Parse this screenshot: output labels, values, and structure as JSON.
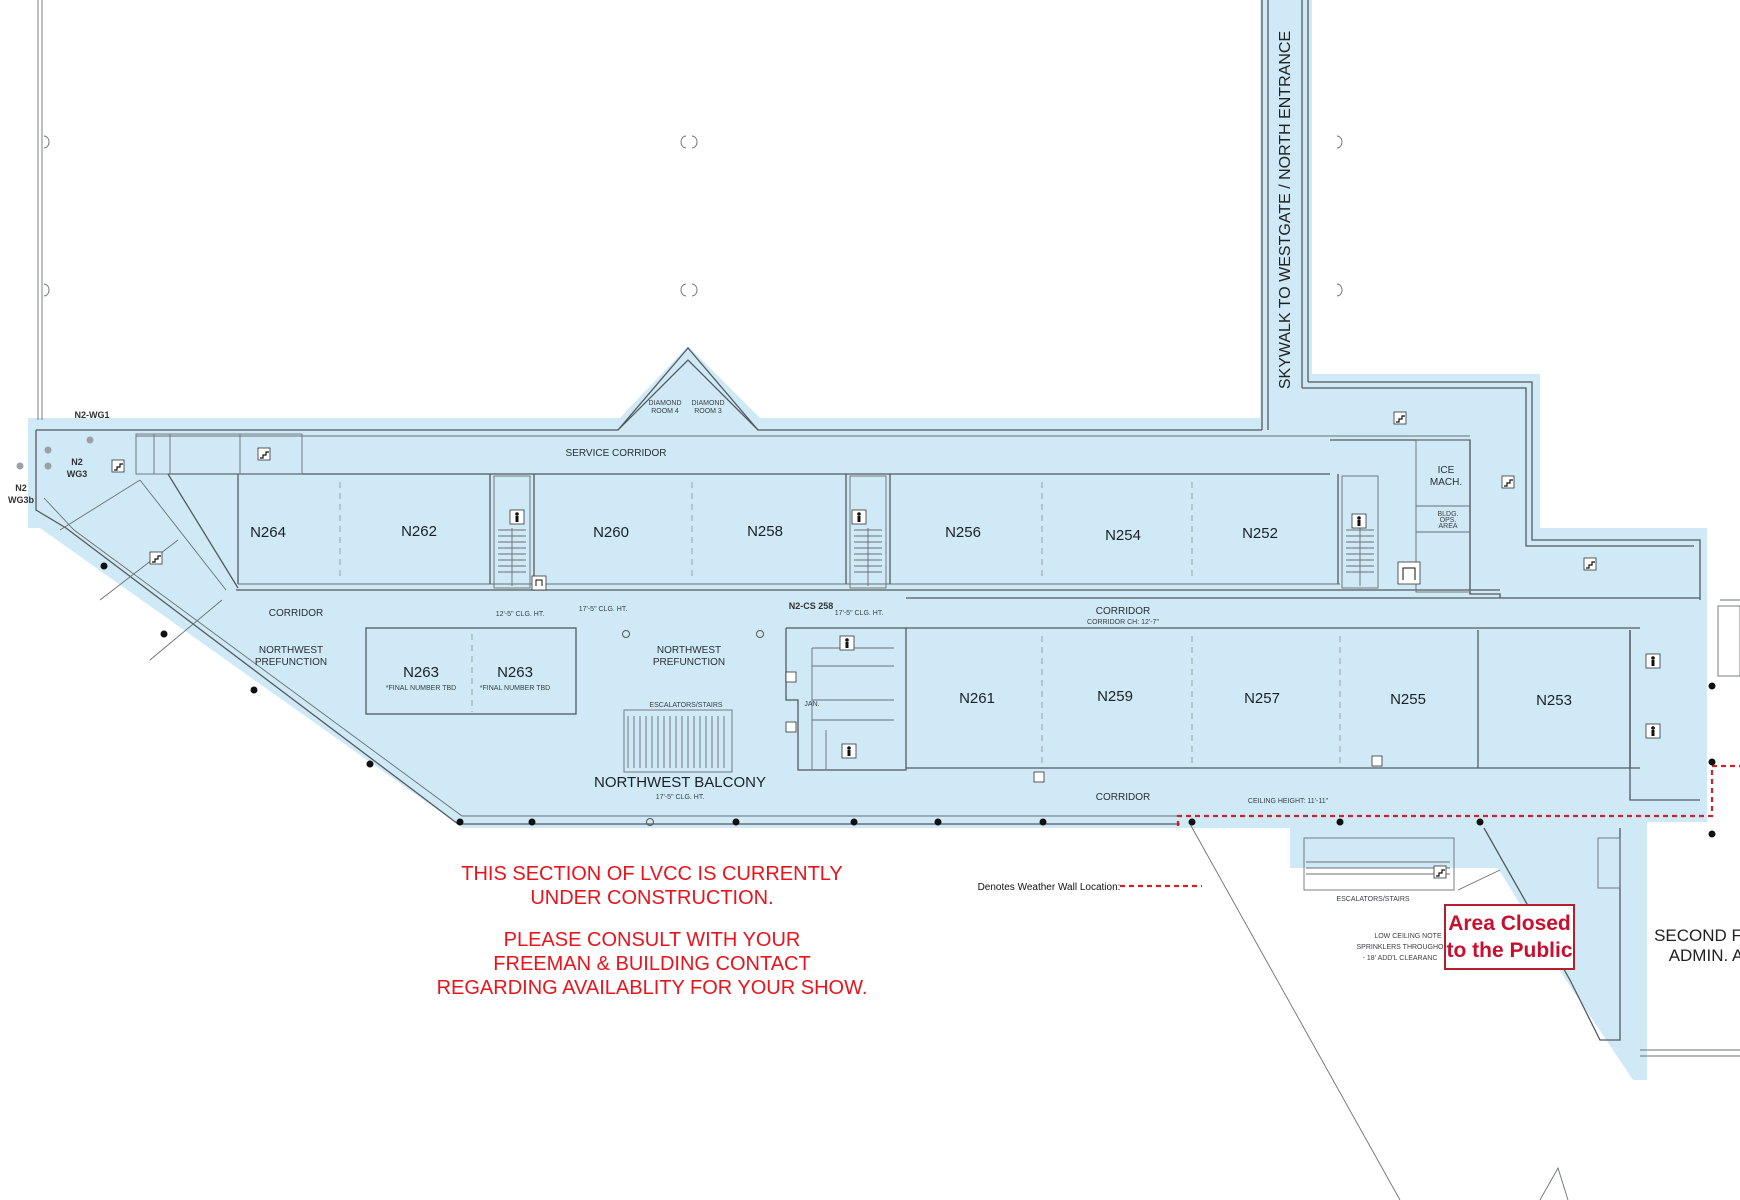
{
  "map": {
    "skywalk_label": "SKYWALK TO WESTGATE / NORTH ENTRANCE",
    "markers": {
      "n2_wg1": "N2-WG1",
      "n2_wg3_a": "N2",
      "n2_wg3_b": "WG3",
      "n2_wg3b_a": "N2",
      "n2_wg3b_b": "WG3b",
      "n2_cs_258": "N2-CS 258"
    },
    "diamond_rooms": [
      {
        "line1": "DIAMOND",
        "line2": "ROOM 4"
      },
      {
        "line1": "DIAMOND",
        "line2": "ROOM 3"
      }
    ],
    "service_corridor": "SERVICE CORRIDOR",
    "north_rooms": [
      "N264",
      "N262",
      "N260",
      "N258",
      "N256",
      "N254",
      "N252"
    ],
    "south_rooms": [
      "N261",
      "N259",
      "N257",
      "N255",
      "N253"
    ],
    "n263": {
      "label": "N263",
      "note": "*FINAL NUMBER TBD"
    },
    "ice_machine": {
      "line1": "ICE",
      "line2": "MACH."
    },
    "corridor": "CORRIDOR",
    "corridor_center": {
      "line1": "CORRIDOR",
      "line2": "CORRIDOR CH: 12'-7\""
    },
    "prefunction": {
      "line1": "NORTHWEST",
      "line2": "PREFUNCTION"
    },
    "ceiling_heights": {
      "a": "12'-5\" CLG. HT.",
      "b": "17'-5\" CLG. HT.",
      "c": "17'-5\" CLG. HT."
    },
    "escalators": "ESCALATORS/STAIRS",
    "balcony": {
      "name": "NORTHWEST BALCONY",
      "height": "17'-5\" CLG. HT."
    },
    "jan": "JAN.",
    "bldg_ops": {
      "line1": "BLDG.",
      "line2": "OPS.",
      "line3": "AREA"
    },
    "ceiling_height_note": "CEILING HEIGHT: 11'-11\"",
    "weather_wall_legend": "Denotes Weather Wall Location:",
    "construction_notice": {
      "line1": "THIS SECTION OF LVCC IS CURRENTLY",
      "line2": "UNDER CONSTRUCTION.",
      "line3": "PLEASE CONSULT WITH YOUR",
      "line4": "FREEMAN & BUILDING CONTACT",
      "line5": "REGARDING AVAILABLITY FOR YOUR SHOW."
    },
    "low_ceiling_note": {
      "line1": "LOW CEILING NOTE",
      "line2": "SPRINKLERS THROUGHO",
      "line3": "- 18' ADD'L CLEARANC"
    },
    "area_closed": {
      "line1": "Area Closed",
      "line2": "to the Public"
    },
    "second_floor": {
      "line1": "SECOND F",
      "line2": "ADMIN. A"
    },
    "colors": {
      "highlight": "#cfe9f6",
      "warning_text": "#e8141c",
      "weather_wall": "#d0202a",
      "wall": "#555a5e"
    },
    "icons": [
      "stair-icon",
      "elevator-icon",
      "restroom-icon",
      "fire-extinguisher-icon"
    ]
  }
}
